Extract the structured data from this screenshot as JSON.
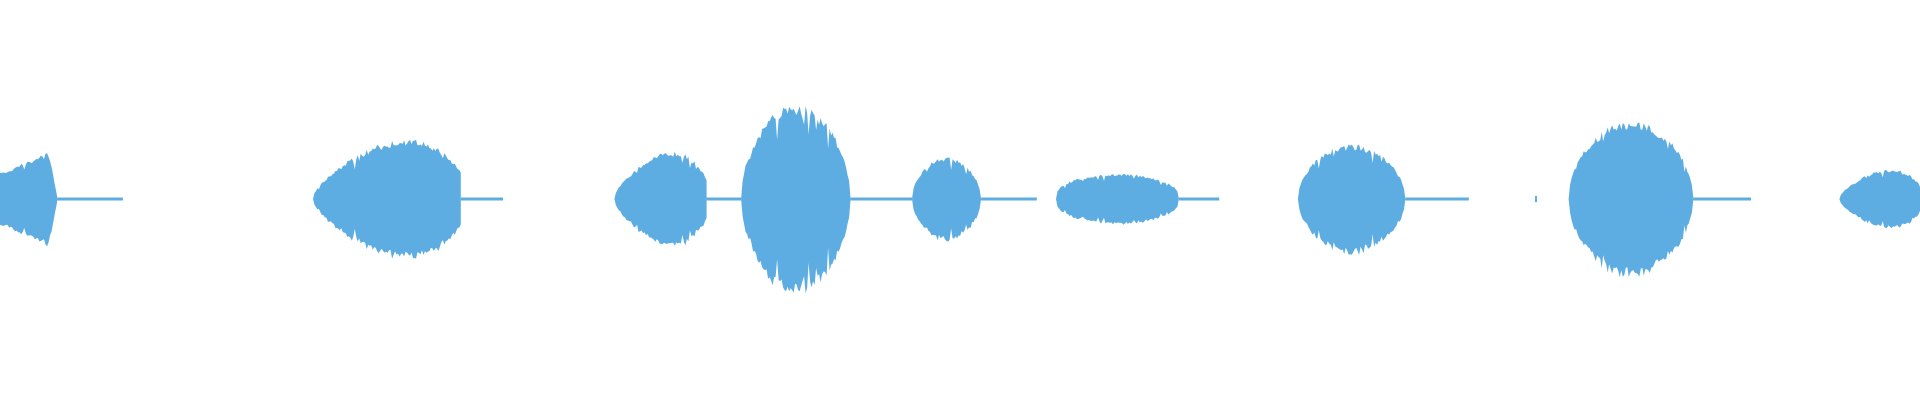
{
  "waveform": {
    "color": "#5dade2",
    "background": "#ffffff",
    "segments": [
      {
        "start": 0.0,
        "end": 0.03,
        "peak": 0.5,
        "shape": "decay"
      },
      {
        "start": 0.163,
        "end": 0.24,
        "peak": 0.78,
        "shape": "rise"
      },
      {
        "start": 0.32,
        "end": 0.368,
        "peak": 0.62,
        "shape": "rise"
      },
      {
        "start": 0.386,
        "end": 0.443,
        "peak": 1.0,
        "shape": "dome"
      },
      {
        "start": 0.475,
        "end": 0.511,
        "peak": 0.44,
        "shape": "dome"
      },
      {
        "start": 0.55,
        "end": 0.614,
        "peak": 0.27,
        "shape": "flat"
      },
      {
        "start": 0.676,
        "end": 0.732,
        "peak": 0.58,
        "shape": "dome"
      },
      {
        "start": 0.817,
        "end": 0.882,
        "peak": 0.83,
        "shape": "dome"
      },
      {
        "start": 0.958,
        "end": 1.0,
        "peak": 0.39,
        "shape": "rise"
      }
    ],
    "tails": [
      {
        "start": 0.03,
        "end": 0.064
      },
      {
        "start": 0.24,
        "end": 0.262
      },
      {
        "start": 0.368,
        "end": 0.386
      },
      {
        "start": 0.443,
        "end": 0.475
      },
      {
        "start": 0.511,
        "end": 0.54
      },
      {
        "start": 0.614,
        "end": 0.635
      },
      {
        "start": 0.732,
        "end": 0.765
      },
      {
        "start": 0.882,
        "end": 0.912
      }
    ],
    "blips": [
      0.8
    ]
  }
}
